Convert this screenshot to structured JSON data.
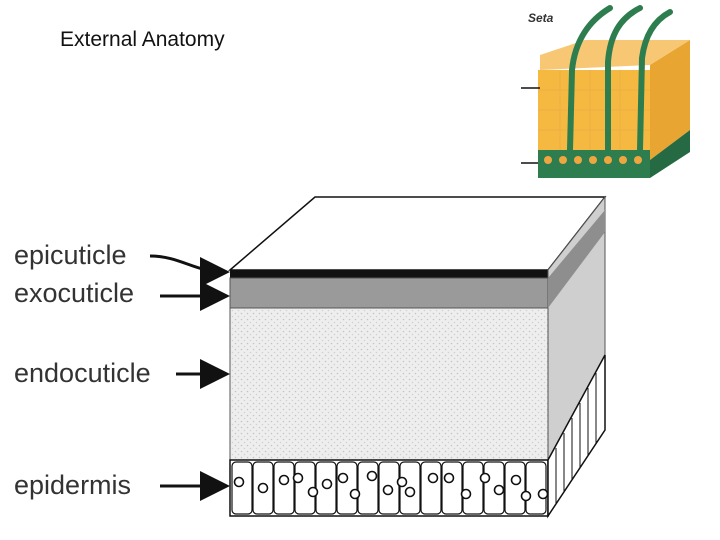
{
  "slide": {
    "title": "External Anatomy"
  },
  "diagram": {
    "layers": [
      {
        "label": "epicuticle",
        "color": "#111111"
      },
      {
        "label": "exocuticle",
        "color": "#9a9a9a"
      },
      {
        "label": "endocuticle",
        "color": "#e6e6e6"
      },
      {
        "label": "epidermis",
        "color": "#ffffff"
      }
    ],
    "inset": {
      "label": "Seta",
      "cuticle_color": "#f5b942",
      "seta_color": "#2e7d4f"
    }
  }
}
